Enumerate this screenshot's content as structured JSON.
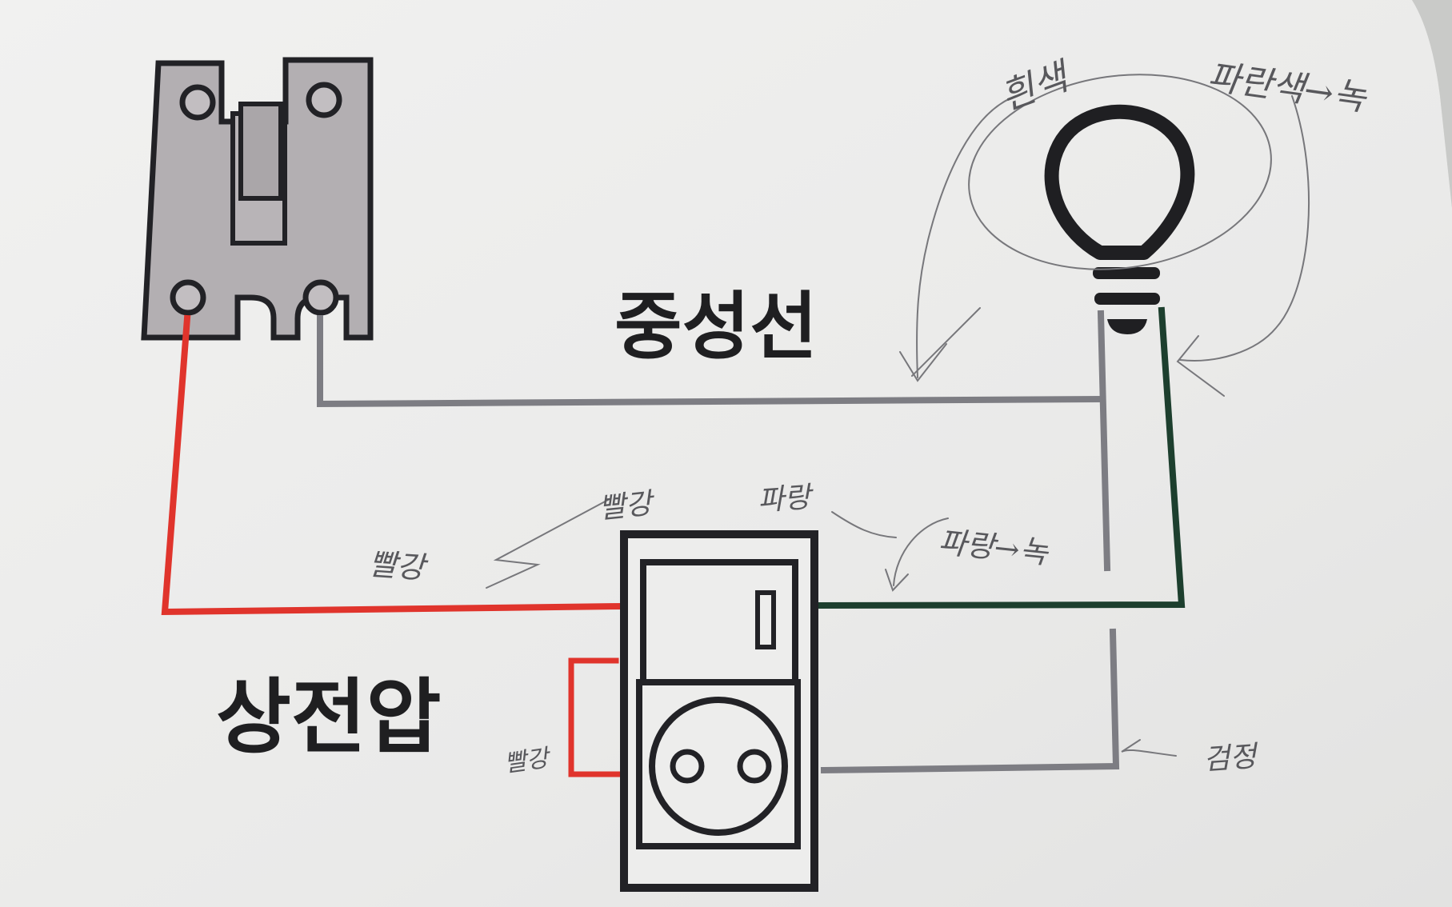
{
  "labels": {
    "neutral": "중성선",
    "phase": "상전압"
  },
  "handwritten": {
    "white": "흰색",
    "blue_to_green": "파란색→녹",
    "red_top": "빨강",
    "red_left": "빨강",
    "blue": "파랑",
    "blue_to_green_mid": "파랑→녹",
    "red_loop": "빨강",
    "black": "검정"
  },
  "colors": {
    "paper": "#ececeb",
    "red_wire": "#e0342c",
    "gray_wire": "#7d7d83",
    "green_wire": "#1d3f2e",
    "black_outline": "#222226",
    "device_fill": "#b3afb2"
  },
  "icons": {
    "breaker": "circuit-breaker-icon",
    "bulb": "light-bulb-icon",
    "switch_outlet": "switch-outlet-icon"
  }
}
